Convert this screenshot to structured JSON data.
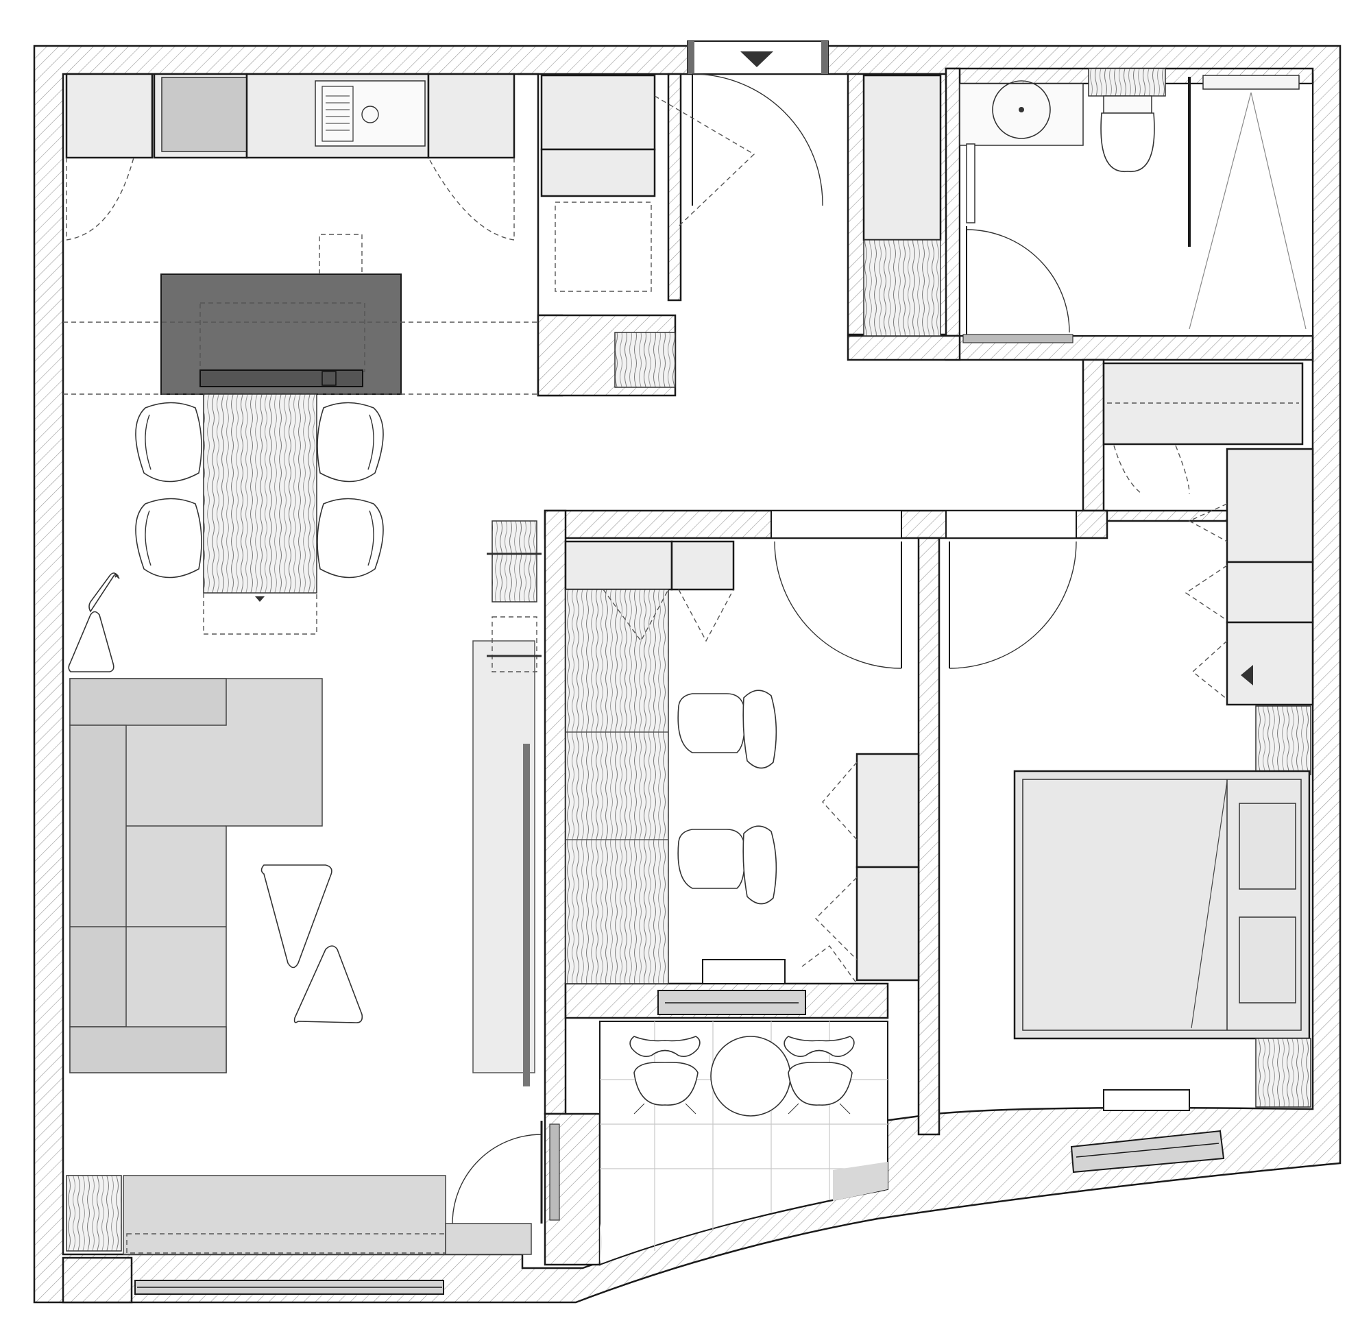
{
  "plan": {
    "colors": {
      "wall_outline": "#1a1a1a",
      "hatch": "#9a9a9a",
      "island": "#6e6e6e",
      "cabinet_fill": "#ececec",
      "sofa_fill": "#d9d9d9",
      "background": "#ffffff"
    },
    "rooms": [
      "kitchen-living",
      "entry-hall",
      "bathroom",
      "corridor",
      "study",
      "balcony-loggia",
      "bedroom"
    ],
    "icons": [
      "sink-icon",
      "toilet-icon",
      "shower-icon",
      "washbasin-icon",
      "bed-icon",
      "sofa-icon",
      "dining-chair-icon",
      "office-chair-icon",
      "door-swing-icon",
      "window-icon",
      "entrance-arrow-icon"
    ]
  }
}
